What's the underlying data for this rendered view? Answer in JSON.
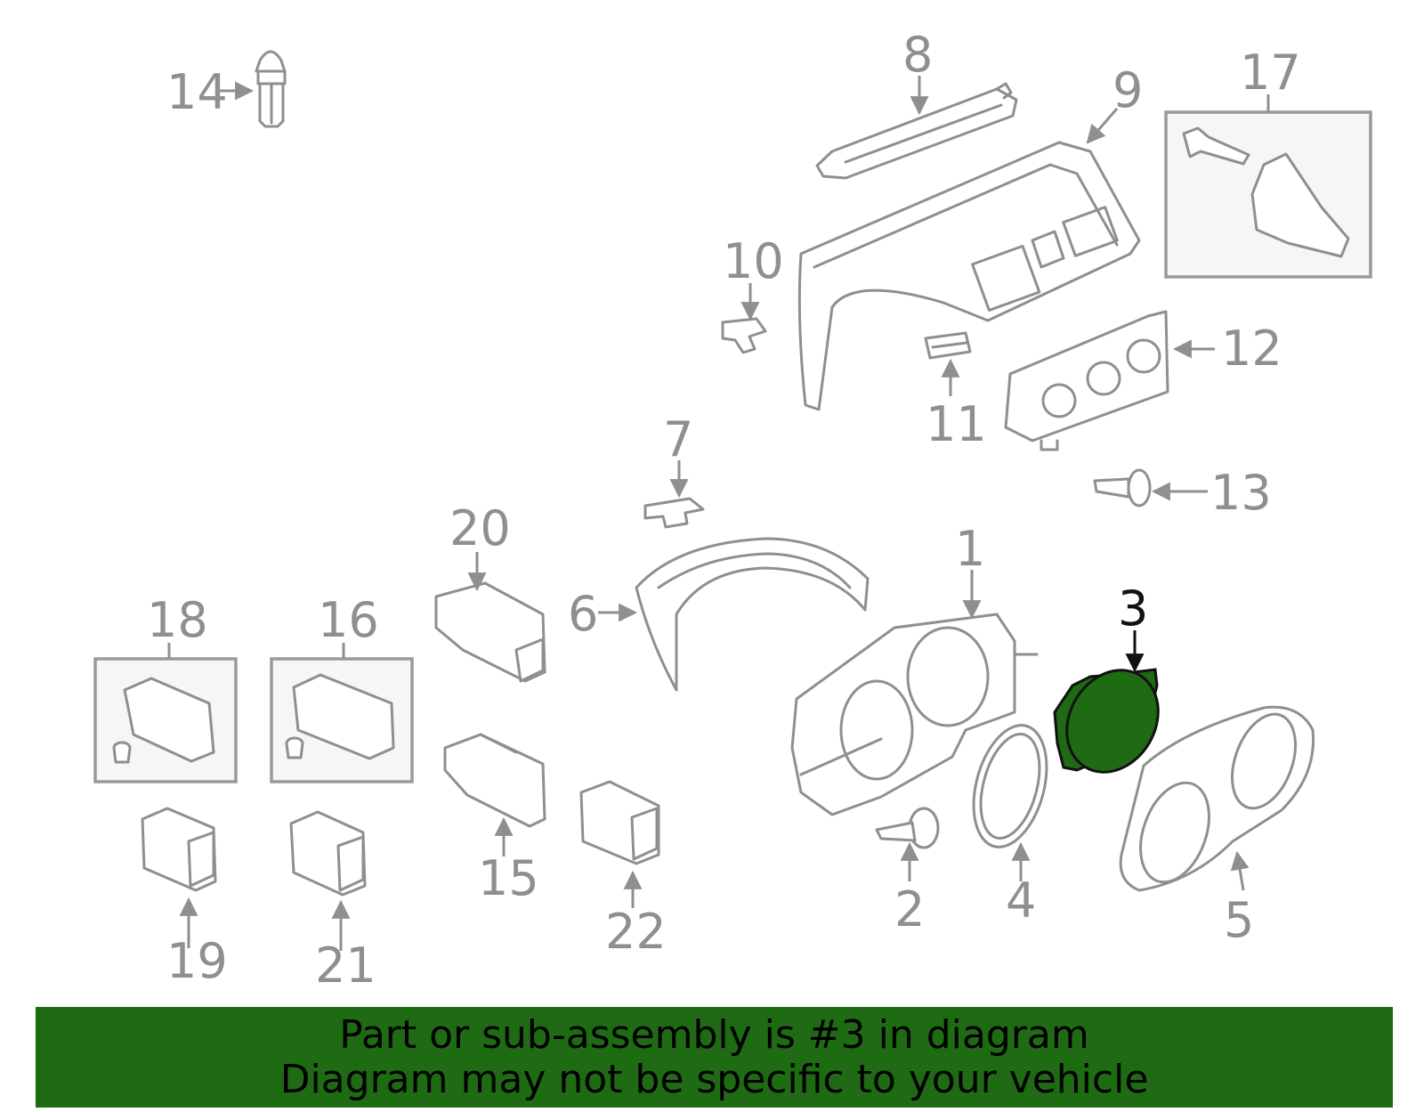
{
  "diagram": {
    "highlight_color": "#1f6b14",
    "line_color": "#8f8f8f",
    "selected_part": "3",
    "callouts": [
      "1",
      "2",
      "3",
      "4",
      "5",
      "6",
      "7",
      "8",
      "9",
      "10",
      "11",
      "12",
      "13",
      "14",
      "15",
      "16",
      "17",
      "18",
      "19",
      "20",
      "21",
      "22"
    ]
  },
  "banner": {
    "line1": "Part or sub-assembly is #3 in diagram",
    "line2": "Diagram may not be specific to your vehicle"
  }
}
